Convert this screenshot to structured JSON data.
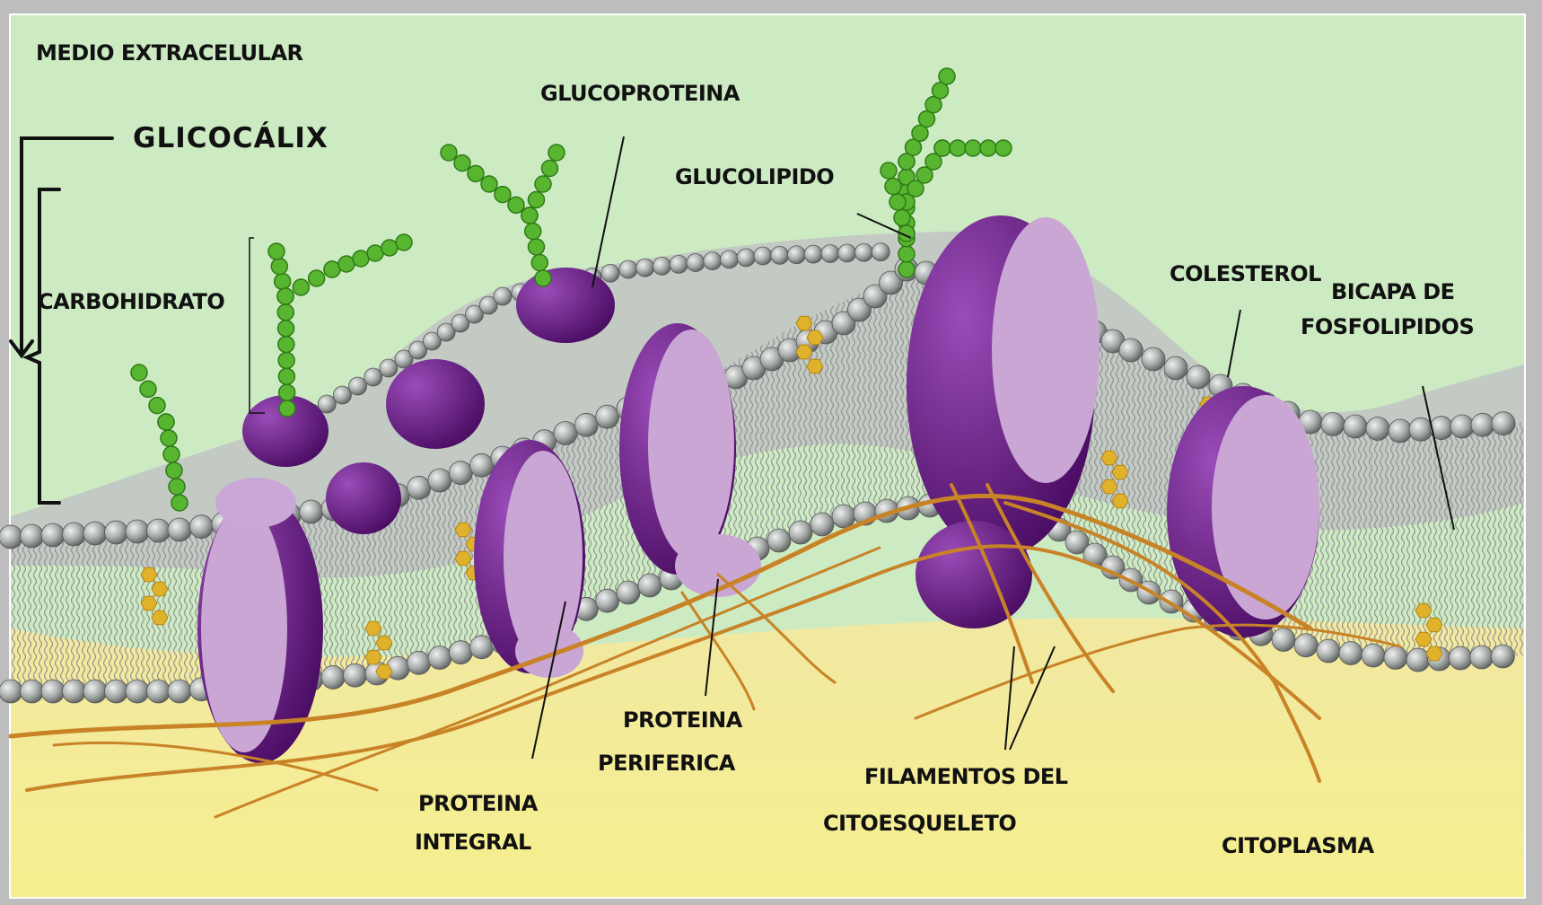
{
  "labels": {
    "medio_extracelular": "MEDIO EXTRACELULAR",
    "glicocalix": "GLICOCÁLIX",
    "carbohidrato": "CARBOHIDRATO",
    "glucoproteina": "GLUCOPROTEINA",
    "glucolipido": "GLUCOLIPIDO",
    "colesterol": "COLESTEROL",
    "bicapa_line1": "BICAPA DE",
    "bicapa_line2": "FOSFOLIPIDOS",
    "proteina_integral_line1": "PROTEINA",
    "proteina_integral_line2": "INTEGRAL",
    "proteina_periferica_line1": "PROTEINA",
    "proteina_periferica_line2": "PERIFERICA",
    "filamentos_line1": "FILAMENTOS DEL",
    "filamentos_line2": "CITOESQUELETO",
    "citoplasma": "CITOPLASMA"
  },
  "colors": {
    "extracellular": "#cdebc3",
    "cytoplasm": "#f3ec98",
    "protein_dark": "#6a1c86",
    "protein_light": "#c9a6d4",
    "lipid_head": "#9ea3a2",
    "carbohydrate": "#58b52f",
    "cholesterol": "#e0b22c",
    "filament": "#c98327"
  }
}
